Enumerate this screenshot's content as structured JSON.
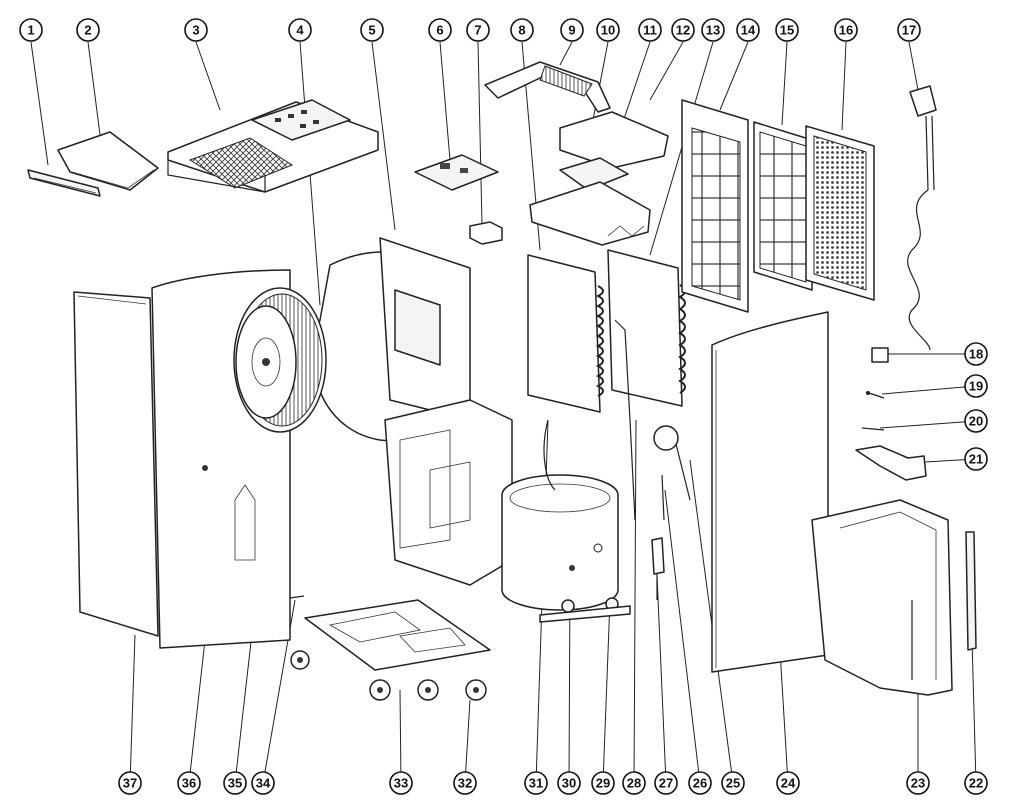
{
  "diagram": {
    "title": "",
    "part_labels": [
      "1",
      "2",
      "3",
      "4",
      "5",
      "6",
      "7",
      "8",
      "9",
      "10",
      "11",
      "12",
      "13",
      "14",
      "15",
      "16",
      "17",
      "18",
      "19",
      "20",
      "21",
      "22",
      "23",
      "24",
      "25",
      "26",
      "27",
      "28",
      "29",
      "30",
      "31",
      "32",
      "33",
      "34",
      "35",
      "36",
      "37"
    ]
  }
}
